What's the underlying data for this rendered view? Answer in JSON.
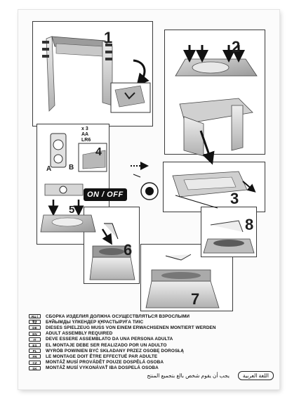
{
  "steps": {
    "s1": "1",
    "s2": "2",
    "s3": "3",
    "s4": "4",
    "s5": "5",
    "s6": "6",
    "s7": "7",
    "s8": "8"
  },
  "onoff_label": "ON / OFF",
  "battery": {
    "count": "x 3",
    "type": "AA",
    "model": "LR6"
  },
  "callouts": {
    "a": "A",
    "b": "B"
  },
  "languages": [
    {
      "code": "RU / BY",
      "text": "СБОРКА ИЗДЕЛИЯ ДОЛЖНА ОСУЩЕСТВЛЯТЬСЯ ВЗРОСЛЫМИ"
    },
    {
      "code": "KZ",
      "text": "БҰЙЫМДЫ ҮЛКЕНДЕР ҚҰРАСТЫРУҒА ТИІС"
    },
    {
      "code": "DE",
      "text": "DIESES SPIELZEUG MUSS VON EINEM ERWACHSENEN MONTIERT WERDEN"
    },
    {
      "code": "EN",
      "text": "ADULT ASSEMBLY REQUIRED"
    },
    {
      "code": "IT",
      "text": "DEVE ESSERE ASSEMBLATO DA UNA PERSONA ADULTA"
    },
    {
      "code": "ES",
      "text": "EL MONTAJE DEBE SER REALIZADO POR UN ADULTO"
    },
    {
      "code": "PL",
      "text": "WYRÓB POWINIEN BYĆ SKŁADANY PRZEZ OSOBĘ DOROSŁĄ"
    },
    {
      "code": "FR",
      "text": "LE MONTAGE DOIT ÊTRE EFFECTUÉ PAR ADULTE"
    },
    {
      "code": "CZ",
      "text": "MONTÁŽ MUSÍ PROVÁDĚT POUZE DOSPĚLÁ OSOBA"
    },
    {
      "code": "SK",
      "text": "MONTÁŽ MUSÍ VYKONÁVAŤ IBA DOSPELÁ OSOBA"
    }
  ],
  "arabic": {
    "text": "يجب أن يقوم شخص بالغ بتجميع المنتج",
    "label": "اللغة العربية"
  }
}
